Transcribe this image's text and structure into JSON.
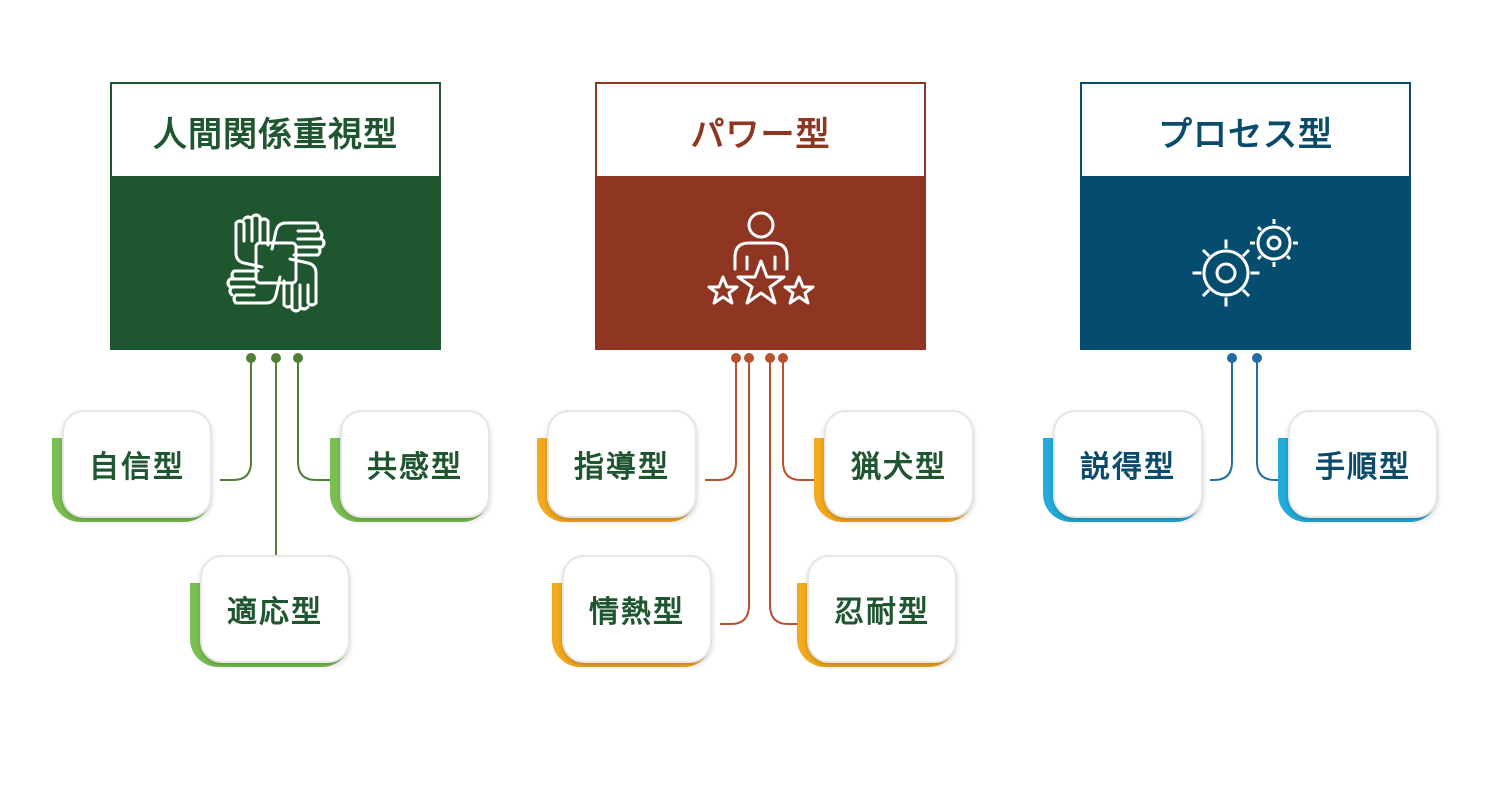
{
  "groups": [
    {
      "title": "人間関係重視型",
      "icon": "teamwork-hands-icon",
      "color": "#1f5630",
      "accent": "#7bbf51",
      "connector": "#4f7f37",
      "types": [
        "自信型",
        "適応型",
        "共感型"
      ]
    },
    {
      "title": "パワー型",
      "icon": "leader-stars-icon",
      "color": "#8f3623",
      "accent": "#f4a91f",
      "connector": "#b6522d",
      "types": [
        "指導型",
        "情熱型",
        "忍耐型",
        "猟犬型"
      ]
    },
    {
      "title": "プロセス型",
      "icon": "gears-icon",
      "color": "#044d6e",
      "accent": "#23acdb",
      "connector": "#1f6fa5",
      "types": [
        "説得型",
        "手順型"
      ]
    }
  ]
}
